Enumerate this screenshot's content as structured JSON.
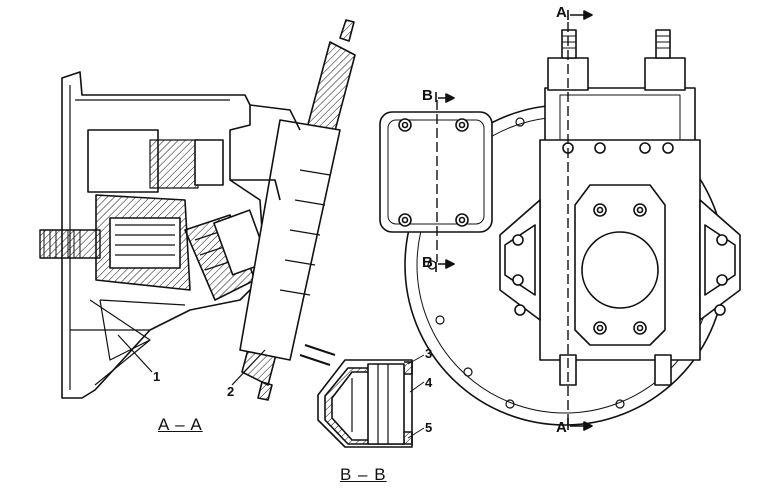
{
  "section_labels": {
    "aa": "A – A",
    "bb": "B – B"
  },
  "callouts": {
    "c1": "1",
    "c2": "2",
    "c3": "3",
    "c4": "4",
    "c5": "5"
  },
  "cut_marks": {
    "a_top": "A",
    "a_bottom": "A",
    "b_top": "B",
    "b_mid": "B"
  },
  "colors": {
    "line": "#111111",
    "background": "#ffffff"
  }
}
